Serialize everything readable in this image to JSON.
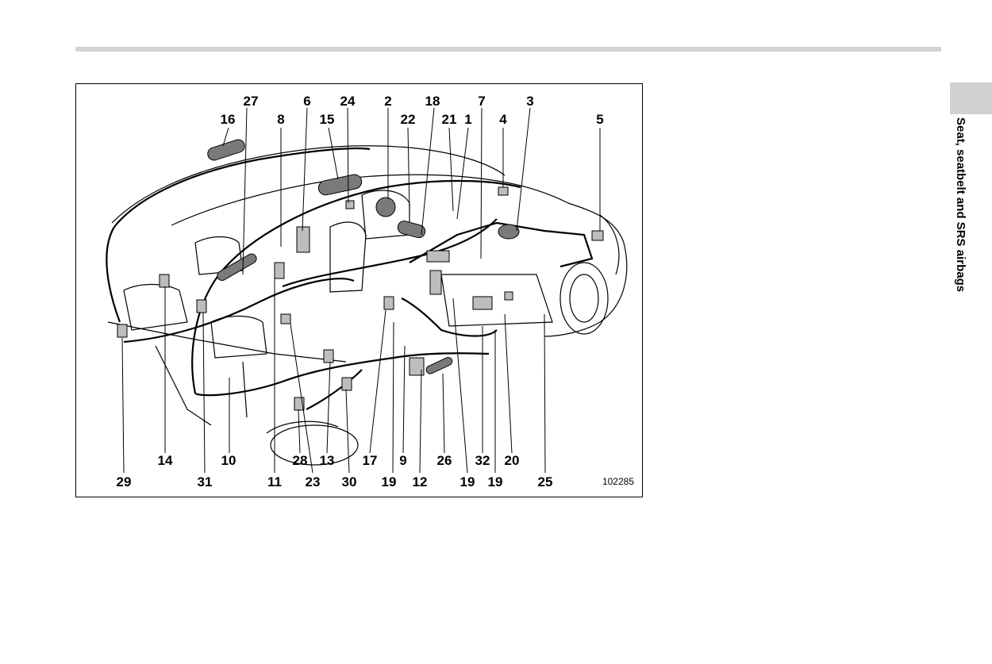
{
  "side_tab": {
    "title": "Seat, seatbelt and SRS airbags"
  },
  "figure": {
    "id": "102285",
    "labels_top": [
      "27",
      "6",
      "24",
      "2",
      "18",
      "7",
      "3",
      "16",
      "8",
      "15",
      "22",
      "21",
      "1",
      "4",
      "5"
    ],
    "labels_bottom": [
      "14",
      "10",
      "13",
      "17",
      "9",
      "26",
      "32",
      "20",
      "29",
      "31",
      "11",
      "23",
      "30",
      "19",
      "12",
      "19",
      "19",
      "25",
      "28"
    ]
  },
  "colors": {
    "rule": "#d4d4d4",
    "tab": "#d1d1d1",
    "ink": "#000000"
  }
}
